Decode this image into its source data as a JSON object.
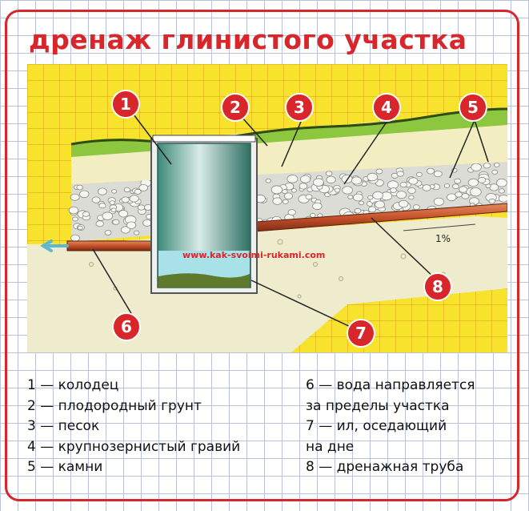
{
  "title": "дренаж глинистого участка",
  "watermark": "www.kak-svoimi-rukami.com",
  "slope_label": "1%",
  "callouts": [
    "1",
    "2",
    "3",
    "4",
    "5",
    "6",
    "7",
    "8"
  ],
  "legend": {
    "left": [
      "1 — колодец",
      "2 — плодородный грунт",
      "3 — песок",
      "4 — крупнозернистый гравий",
      "5 — камни"
    ],
    "right": [
      "6 — вода направляется",
      "за пределы участка",
      "7 — ил, оседающий",
      "на дне",
      "8 — дренажная труба"
    ]
  },
  "colors": {
    "accent": "#d8262a",
    "grid_yellow": "#f7e22c",
    "topsoil": "#8dc63f",
    "sand": "#f3eec2",
    "clay": "#efeccd",
    "pipe": "#c4502a",
    "water": "#a8e1e8"
  }
}
